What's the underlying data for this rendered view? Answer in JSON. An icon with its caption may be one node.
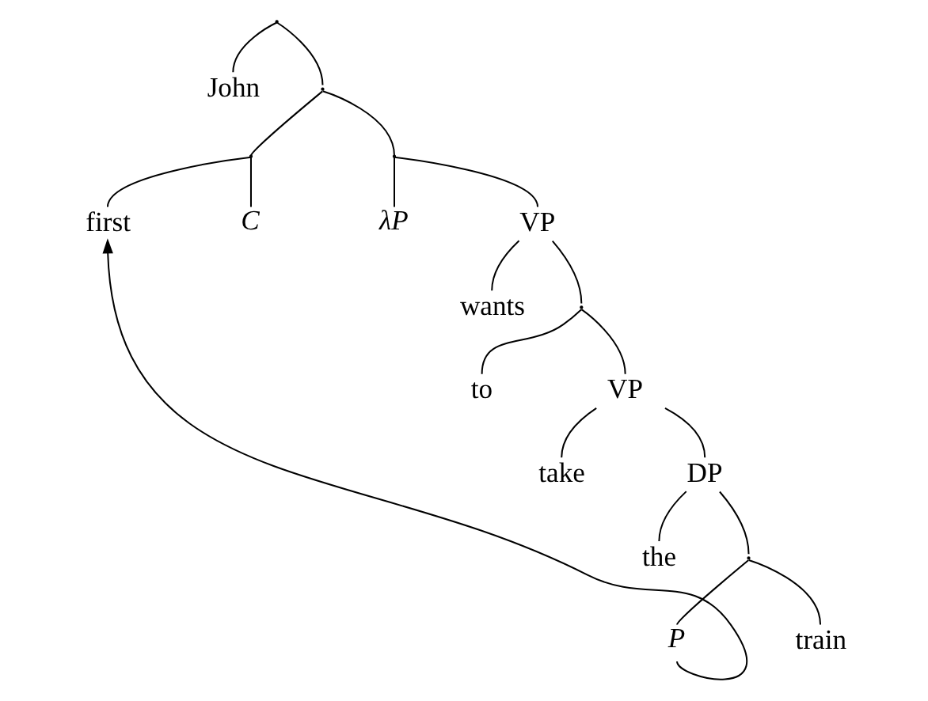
{
  "diagram": {
    "nodes": [
      {
        "text": [],
        "shape": "point"
      },
      {
        "text": [
          "John"
        ]
      },
      {
        "text": [],
        "shape": "point"
      },
      {
        "text": [],
        "shape": "point"
      },
      {
        "text": [],
        "shape": "point"
      },
      {
        "text": [
          "first"
        ]
      },
      {
        "text": [
          "C"
        ]
      },
      {
        "text": [
          "λP"
        ]
      },
      {
        "text": [
          "VP"
        ]
      },
      {
        "text": [
          "wants"
        ]
      },
      {
        "text": [],
        "shape": "point"
      },
      {
        "text": [
          "to"
        ]
      },
      {
        "text": [
          "VP"
        ]
      },
      {
        "text": [
          "take"
        ]
      },
      {
        "text": [
          "DP"
        ]
      },
      {
        "text": [
          "the"
        ]
      },
      {
        "text": [],
        "shape": "point"
      },
      {
        "text": [
          "P"
        ]
      },
      {
        "text": [
          "train"
        ]
      }
    ],
    "edges": [
      {
        "from": 0,
        "to": 1,
        "arrow": "none"
      },
      {
        "from": 0,
        "to": 2,
        "arrow": "none"
      },
      {
        "from": 2,
        "to": 3,
        "arrow": "none"
      },
      {
        "from": 2,
        "to": 4,
        "arrow": "none"
      },
      {
        "from": 3,
        "to": 5,
        "arrow": "none"
      },
      {
        "from": 3,
        "to": 6,
        "arrow": "none"
      },
      {
        "from": 4,
        "to": 7,
        "arrow": "none"
      },
      {
        "from": 4,
        "to": 8,
        "arrow": "none"
      },
      {
        "from": 8,
        "to": 9,
        "arrow": "none"
      },
      {
        "from": 8,
        "to": 10,
        "arrow": "none"
      },
      {
        "from": 10,
        "to": 11,
        "arrow": "none"
      },
      {
        "from": 10,
        "to": 12,
        "arrow": "none"
      },
      {
        "from": 12,
        "to": 13,
        "arrow": "none"
      },
      {
        "from": 12,
        "to": 14,
        "arrow": "none"
      },
      {
        "from": 14,
        "to": 15,
        "arrow": "none"
      },
      {
        "from": 14,
        "to": 16,
        "arrow": "none"
      },
      {
        "from": 16,
        "to": 17,
        "arrow": "none"
      },
      {
        "from": 16,
        "to": 18,
        "arrow": "none"
      },
      {
        "from": 17,
        "to": 5,
        "arrow": "to"
      }
    ]
  }
}
